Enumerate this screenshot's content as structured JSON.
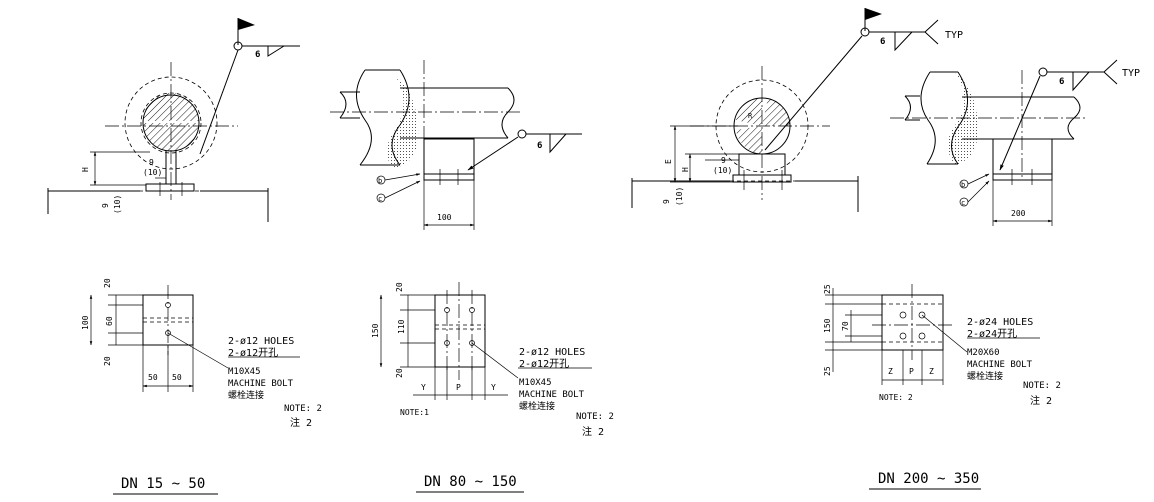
{
  "details": [
    {
      "range_label": "DN 15 ~ 50",
      "weld_size": "6",
      "dims": {
        "h": "H",
        "gap": "9",
        "gap_ref": "(10)",
        "base_gap": "9",
        "base_gap_ref": "(10)"
      },
      "plan": {
        "d1": "20",
        "d2": "60",
        "d3": "20",
        "total": "100",
        "w1": "50",
        "w2": "50"
      },
      "holes_en": "2-ø12 HOLES",
      "holes_cn": "2-ø12开孔",
      "bolt_size": "M10X45",
      "bolt_en": "MACHINE BOLT",
      "bolt_cn": "螺栓连接",
      "note_en": "NOTE: 2",
      "note_cn": "注 2"
    },
    {
      "range_label": "DN 80 ~ 150",
      "weld_size": "6",
      "callout_b": "b",
      "callout_c": "c",
      "width": "100",
      "plan": {
        "d1": "20",
        "d2": "110",
        "d3": "20",
        "total": "150",
        "y1": "Y",
        "p": "P",
        "y2": "Y"
      },
      "holes_en": "2-ø12 HOLES",
      "holes_cn": "2-ø12开孔",
      "bolt_size": "M10X45",
      "bolt_en": "MACHINE BOLT",
      "bolt_cn": "螺栓连接",
      "note_en": "NOTE: 2",
      "note_cn": "注 2",
      "note_small": "NOTE:1"
    },
    {
      "range_label": "DN 200 ~ 350",
      "weld_size_a": "6",
      "weld_size_b": "6",
      "typ_a": "TYP",
      "typ_b": "TYP",
      "dims": {
        "e": "E",
        "h": "H",
        "gap": "9",
        "gap_ref": "(10)",
        "base_gap": "9",
        "base_gap_ref": "(10)",
        "r": "R"
      },
      "callout_b": "b",
      "callout_c": "c",
      "width": "200",
      "plan": {
        "d1": "25",
        "d2": "70",
        "total": "150",
        "d3": "25",
        "z1": "Z",
        "p": "P",
        "z2": "Z"
      },
      "holes_en": "2-ø24 HOLES",
      "holes_cn": "2-ø24开孔",
      "bolt_size": "M20X60",
      "bolt_en": "MACHINE BOLT",
      "bolt_cn": "螺栓连接",
      "note_en": "NOTE: 2",
      "note_cn": "注 2",
      "note_small": "NOTE: 2"
    }
  ]
}
